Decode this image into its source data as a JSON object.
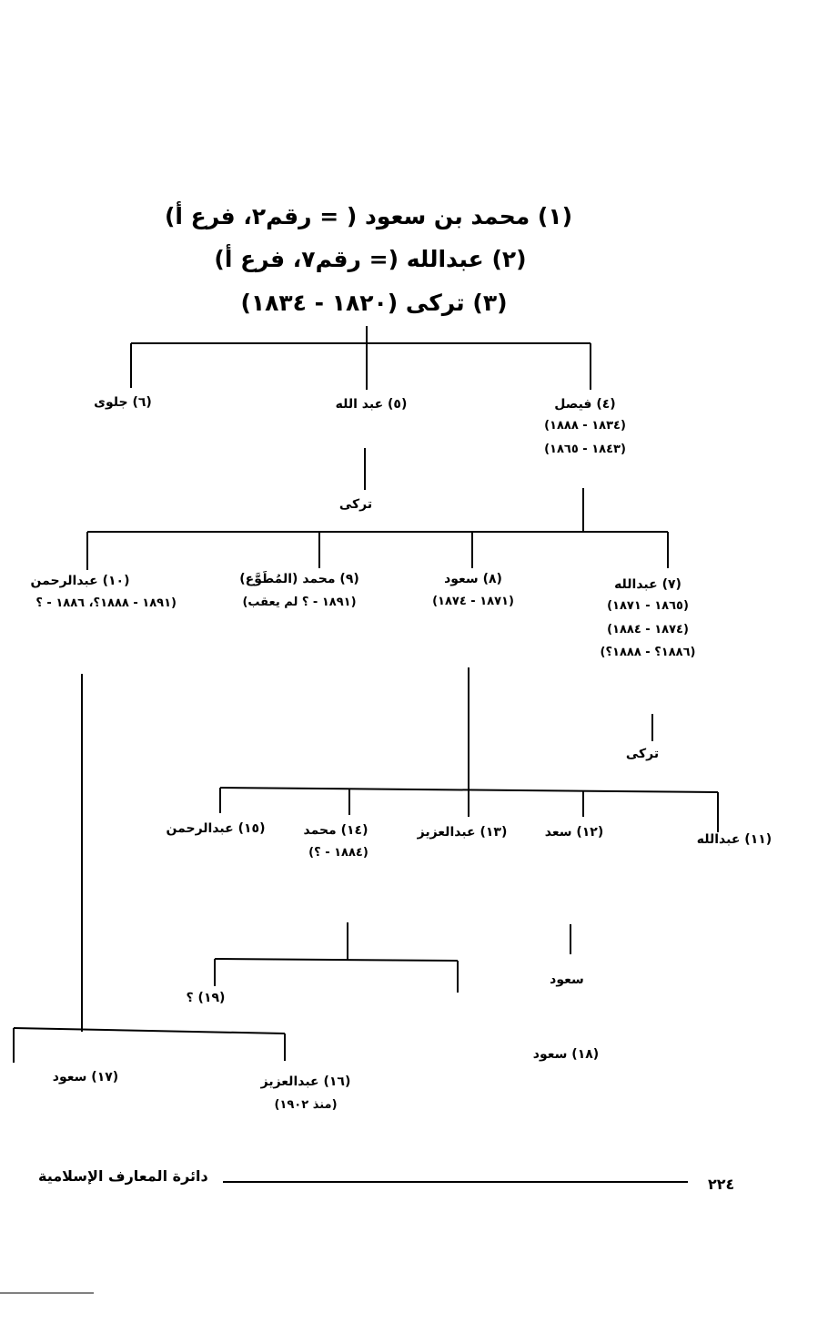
{
  "header": {
    "line1": "(١) محمد بن سعود ( = رقم٢، فرع أ)",
    "line2": "(٢) عبدالله (= رقم٧، فرع أ)",
    "line3": "(٣) تركى (١٨٢٠ - ١٨٣٤)"
  },
  "gen1": {
    "n4": {
      "name": "(٤) فيصل",
      "d1": "(١٨٣٤ - ١٨٨٨)",
      "d2": "(١٨٤٣ - ١٨٦٥)"
    },
    "n5": {
      "name": "(٥) عبد الله"
    },
    "n6": {
      "name": "(٦) جلوى"
    },
    "turki1": "تركى"
  },
  "gen2": {
    "n7": {
      "name": "(٧) عبدالله",
      "d1": "(١٨٦٥ - ١٨٧١)",
      "d2": "(١٨٧٤ - ١٨٨٤)",
      "d3": "(١٨٨٦؟ - ١٨٨٨؟)"
    },
    "n8": {
      "name": "(٨) سعود",
      "d1": "(١٨٧١ - ١٨٧٤)"
    },
    "n9": {
      "name": "(٩) محمد (المُطَوَّع)",
      "d1": "(١٨٩١ - ؟ لم يعقب)"
    },
    "n10": {
      "name": "(١٠) عبدالرحمن",
      "d1": "(١٨٩١ - ١٨٨٨؟، ١٨٨٦ - ؟"
    },
    "turki2": "تركى"
  },
  "gen3": {
    "n11": {
      "name": "(١١) عبدالله"
    },
    "n12": {
      "name": "(١٢) سعد"
    },
    "n13": {
      "name": "(١٣) عبدالعزيز"
    },
    "n14": {
      "name": "(١٤) محمد",
      "d1": "(١٨٨٤ - ؟)"
    },
    "n15": {
      "name": "(١٥) عبدالرحمن"
    }
  },
  "gen4": {
    "saud": "سعود",
    "n16": {
      "name": "(١٦) عبدالعزيز",
      "d1": "(منذ ١٩٠٢)"
    },
    "n17": {
      "name": "(١٧) سعود"
    },
    "n18": {
      "name": "(١٨) سعود"
    },
    "n19": {
      "name": "(١٩) ؟"
    }
  },
  "footer": {
    "book": "دائرة المعارف الإسلامية",
    "page": "٢٢٤"
  }
}
